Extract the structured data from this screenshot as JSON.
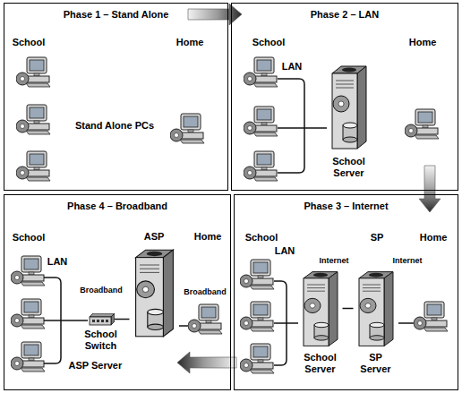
{
  "diagram": {
    "nodes": [
      {
        "text": [
          "Phase 1 – Stand Alone"
        ]
      },
      {
        "text": [
          "Phase 2 – LAN"
        ]
      },
      {
        "text": [
          "School Server"
        ],
        "in": 1
      },
      {
        "text": [
          "Phase 4 – Broadband"
        ]
      },
      {
        "text": [
          "School Switch"
        ],
        "in": 3
      },
      {
        "text": [
          "ASP Server"
        ],
        "in": 3
      },
      {
        "text": [
          "Phase 3 – Internet"
        ]
      },
      {
        "text": [
          "School Server"
        ],
        "in": 6
      },
      {
        "text": [
          "SP Server"
        ],
        "in": 6
      }
    ],
    "edges": [
      {
        "from": 0,
        "to": 1,
        "arrow": "to"
      },
      {
        "from": 1,
        "to": 6,
        "arrow": "to"
      },
      {
        "from": 6,
        "to": 3,
        "arrow": "to"
      },
      {
        "from": 4,
        "to": 5,
        "arrow": "none",
        "label": "Broadband"
      },
      {
        "from": 7,
        "to": 8,
        "arrow": "none"
      }
    ],
    "labels": [
      "School",
      "Home",
      "Stand Alone PCs",
      "School",
      "Home",
      "LAN",
      "School",
      "ASP",
      "Home",
      "LAN",
      "Broadband",
      "School",
      "SP",
      "Home",
      "LAN",
      "Internet",
      "Internet"
    ]
  }
}
